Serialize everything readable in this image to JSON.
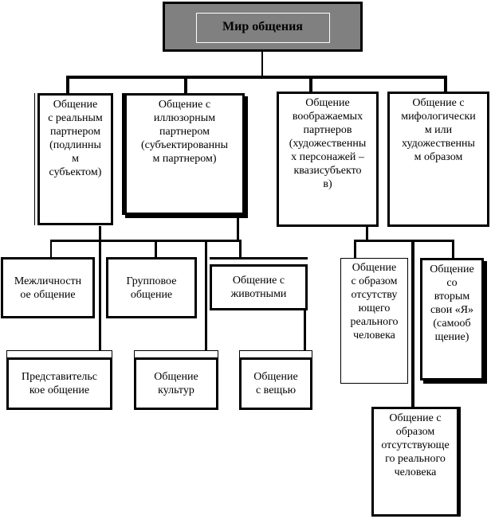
{
  "diagram": {
    "root": "Мир общения",
    "level1": [
      "Общение с реальным партнером (подлинным субъектом)",
      "Общение с иллюзорным партнером (субъектированным партнером)",
      "Общение воображаемых партнеров (художественных персонажей – квазисубъектов)",
      "Общение с мифологическим или художественным образом"
    ],
    "level1_lines": [
      [
        "Общение",
        "с реальным",
        "партнером",
        "(подлинны",
        "м",
        "субъектом)"
      ],
      [
        "Общение с",
        "иллюзорным",
        "партнером",
        "(субъектированны",
        "м партнером)"
      ],
      [
        "Общение",
        "воображаемых",
        "партнеров",
        "(художественны",
        "х персонажей –",
        "квазисубъекто",
        "в)"
      ],
      [
        "Общение с",
        "мифологически",
        "м или",
        "художественны",
        "м образом"
      ]
    ],
    "level2": [
      [
        "Межличностн",
        "ое общение"
      ],
      [
        "Групповое",
        "общение"
      ],
      [
        "Общение с",
        "животными"
      ],
      [
        "Общение",
        "с образом",
        "отсутству",
        "ющего",
        "реального",
        "человека"
      ],
      [
        "Общение",
        "со",
        "вторым",
        "свои «Я»",
        "(самооб",
        "щение)"
      ]
    ],
    "level3": [
      [
        "Представительс",
        "кое общение"
      ],
      [
        "Общение",
        "культур"
      ],
      [
        "Общение",
        "с вещью"
      ],
      [
        "Общение с",
        "образом",
        "отсутствующе",
        "го реального",
        "человека"
      ]
    ]
  }
}
